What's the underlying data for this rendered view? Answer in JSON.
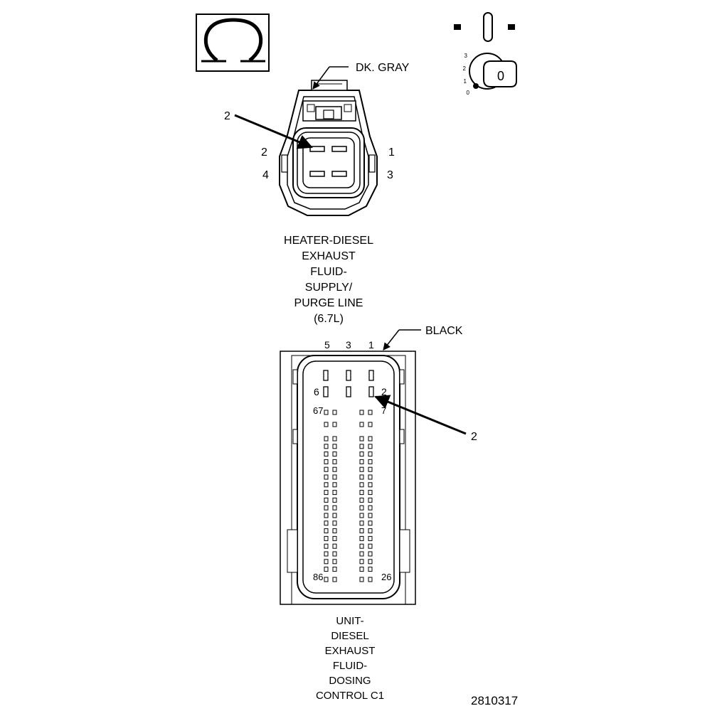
{
  "ohm_symbol": "Ω",
  "key_position_labels": [
    "3",
    "2",
    "1",
    "0"
  ],
  "key_letter": "0",
  "connector_top": {
    "color_label": "DK. GRAY",
    "callout": "2",
    "pins_left": [
      "2",
      "4"
    ],
    "pins_right": [
      "1",
      "3"
    ],
    "caption_lines": [
      "HEATER-DIESEL",
      "EXHAUST",
      "FLUID-",
      "SUPPLY/",
      "PURGE LINE",
      "(6.7L)"
    ]
  },
  "connector_bottom": {
    "color_label": "BLACK",
    "top_pins": [
      "5",
      "3",
      "1"
    ],
    "pin_6": "6",
    "pin_2": "2",
    "pin_67": "67",
    "pin_7": "7",
    "pin_86": "86",
    "pin_26": "26",
    "callout": "2",
    "caption_lines": [
      "UNIT-",
      "DIESEL",
      "EXHAUST",
      "FLUID-",
      "DOSING",
      "CONTROL C1"
    ]
  },
  "figure_number": "2810317"
}
